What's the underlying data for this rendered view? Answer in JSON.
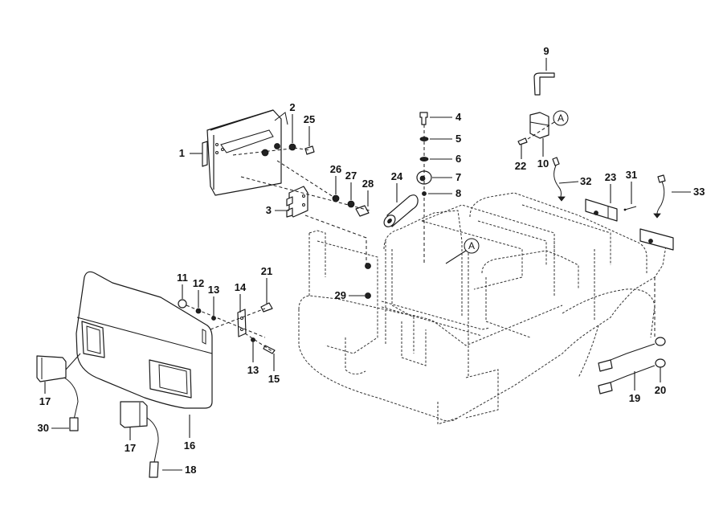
{
  "diagram": {
    "type": "exploded parts diagram",
    "subject": "machine upper frame / counterweight body with lamps and brackets",
    "ink_color": "#1a1a1a",
    "background_color": "#ffffff",
    "callouts": [
      {
        "id": "c1",
        "label": "1",
        "part": "front cover bracket"
      },
      {
        "id": "c2",
        "label": "2",
        "part": "nut"
      },
      {
        "id": "c25",
        "label": "25",
        "part": "bolt"
      },
      {
        "id": "c3",
        "label": "3",
        "part": "hinge bracket"
      },
      {
        "id": "c26",
        "label": "26",
        "part": "washer"
      },
      {
        "id": "c27",
        "label": "27",
        "part": "washer"
      },
      {
        "id": "c28",
        "label": "28",
        "part": "bolt"
      },
      {
        "id": "c4",
        "label": "4",
        "part": "bolt"
      },
      {
        "id": "c5",
        "label": "5",
        "part": "o-ring"
      },
      {
        "id": "c6",
        "label": "6",
        "part": "o-ring"
      },
      {
        "id": "c7",
        "label": "7",
        "part": "bushing"
      },
      {
        "id": "c8",
        "label": "8",
        "part": "nut"
      },
      {
        "id": "c24",
        "label": "24",
        "part": "roller"
      },
      {
        "id": "c9",
        "label": "9",
        "part": "pin"
      },
      {
        "id": "c10",
        "label": "10",
        "part": "bracket"
      },
      {
        "id": "c22",
        "label": "22",
        "part": "bolt"
      },
      {
        "id": "c32",
        "label": "32",
        "part": "wire harness"
      },
      {
        "id": "c23",
        "label": "23",
        "part": "lamp"
      },
      {
        "id": "c31",
        "label": "31",
        "part": "screw"
      },
      {
        "id": "c33",
        "label": "33",
        "part": "wire harness"
      },
      {
        "id": "c11",
        "label": "11",
        "part": "nut"
      },
      {
        "id": "c12",
        "label": "12",
        "part": "washer"
      },
      {
        "id": "c13a",
        "label": "13",
        "part": "washer"
      },
      {
        "id": "c14",
        "label": "14",
        "part": "plate"
      },
      {
        "id": "c21",
        "label": "21",
        "part": "bolt"
      },
      {
        "id": "c13b",
        "label": "13",
        "part": "washer"
      },
      {
        "id": "c15",
        "label": "15",
        "part": "bolt"
      },
      {
        "id": "c29",
        "label": "29",
        "part": "nut"
      },
      {
        "id": "c16",
        "label": "16",
        "part": "front cover"
      },
      {
        "id": "c17a",
        "label": "17",
        "part": "work lamp"
      },
      {
        "id": "c30",
        "label": "30",
        "part": "connector"
      },
      {
        "id": "c17b",
        "label": "17",
        "part": "work lamp"
      },
      {
        "id": "c18",
        "label": "18",
        "part": "connector"
      },
      {
        "id": "c19",
        "label": "19",
        "part": "cable"
      },
      {
        "id": "c20",
        "label": "20",
        "part": "lamp socket"
      }
    ],
    "reference_markers": [
      {
        "id": "refA1",
        "label": "A"
      },
      {
        "id": "refA2",
        "label": "A"
      }
    ]
  }
}
